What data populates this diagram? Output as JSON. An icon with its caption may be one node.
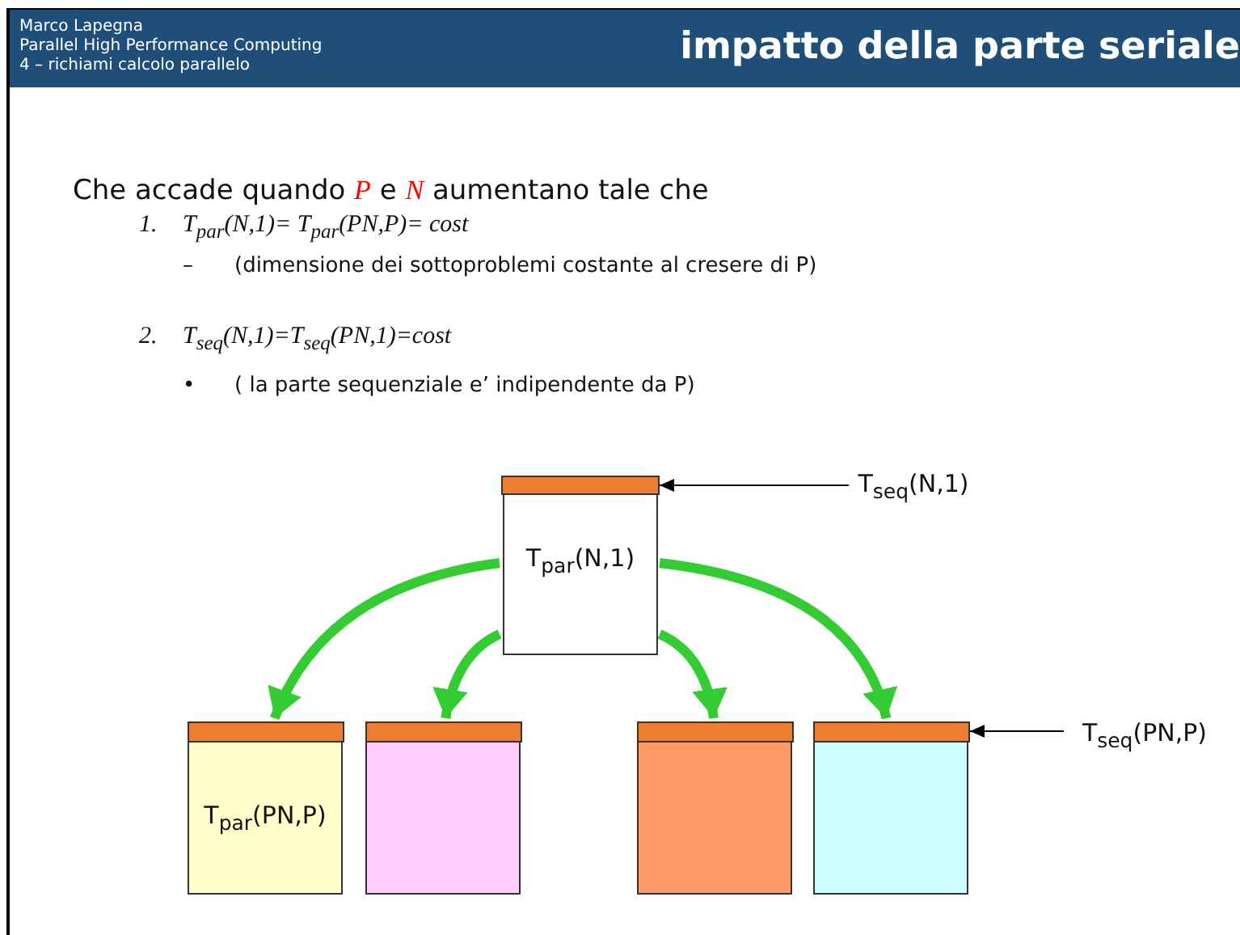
{
  "diagram": {
    "title": "impatto della parte seriale",
    "nodes": [
      {
        "text": [],
        "shape": "bar"
      },
      {
        "text": [
          "T$_{par}$(N,1)"
        ]
      },
      {
        "text": [
          "T$_{seq}$(N,1)"
        ]
      },
      {
        "text": [],
        "shape": "bar"
      },
      {
        "text": [
          "T$_{par}$(PN,P)"
        ]
      },
      {
        "text": [],
        "shape": "bar"
      },
      {
        "text": [],
        "shape": "box"
      },
      {
        "text": [],
        "shape": "bar"
      },
      {
        "text": [],
        "shape": "box"
      },
      {
        "text": [],
        "shape": "bar"
      },
      {
        "text": [],
        "shape": "box"
      },
      {
        "text": [
          "T$_{seq}$(PN,P)"
        ]
      }
    ],
    "edges": [
      {
        "from": 1,
        "to": 3,
        "arrow": "to"
      },
      {
        "from": 1,
        "to": 5,
        "arrow": "to"
      },
      {
        "from": 1,
        "to": 7,
        "arrow": "to"
      },
      {
        "from": 1,
        "to": 9,
        "arrow": "to"
      },
      {
        "from": 2,
        "to": 0,
        "arrow": "to",
        "color": "#000000"
      },
      {
        "from": 11,
        "to": 9,
        "arrow": "to",
        "color": "#000000"
      }
    ],
    "labels": [
      "Marco Lapegna",
      "Parallel High Performance Computing",
      "4 – richiami calcolo parallelo",
      "Che accade quando *P* e *N* aumentano tale che",
      "1.",
      "T$_{par}$(N,1)= T$_{par}$(PN,P)= cost",
      "–",
      "(dimensione dei  sottoproblemi costante al cresere di P)",
      "2.",
      "T$_{seq}$(N,1)=T$_{seq}$(PN,1)=cost",
      "•",
      "( la parte sequenziale e’ indipendente da P)"
    ]
  }
}
